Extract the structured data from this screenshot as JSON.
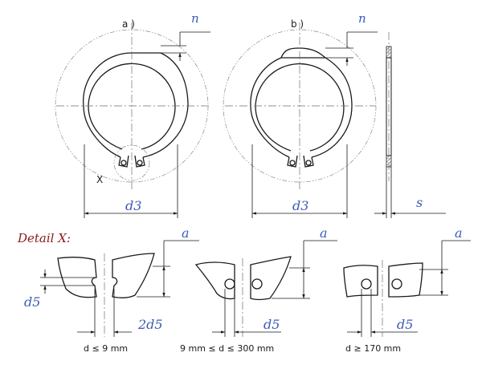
{
  "figures": {
    "a_label": "a )",
    "b_label": "b )",
    "x_marker": "X",
    "detail_title": "Detail X:"
  },
  "symbols": {
    "n": "n",
    "d3": "d3",
    "s": "s",
    "a": "a",
    "d5": "d5",
    "two_d5": "2d5"
  },
  "conditions": {
    "c1": "d  ≤  9  mm",
    "c2": "9  mm  ≤  d  ≤  300  mm",
    "c3": "d  ≥  170  mm"
  },
  "colors": {
    "dimension_text": "#3d5bb5",
    "detail_title": "#8b1a1a",
    "lines": "#1a1a1a"
  }
}
